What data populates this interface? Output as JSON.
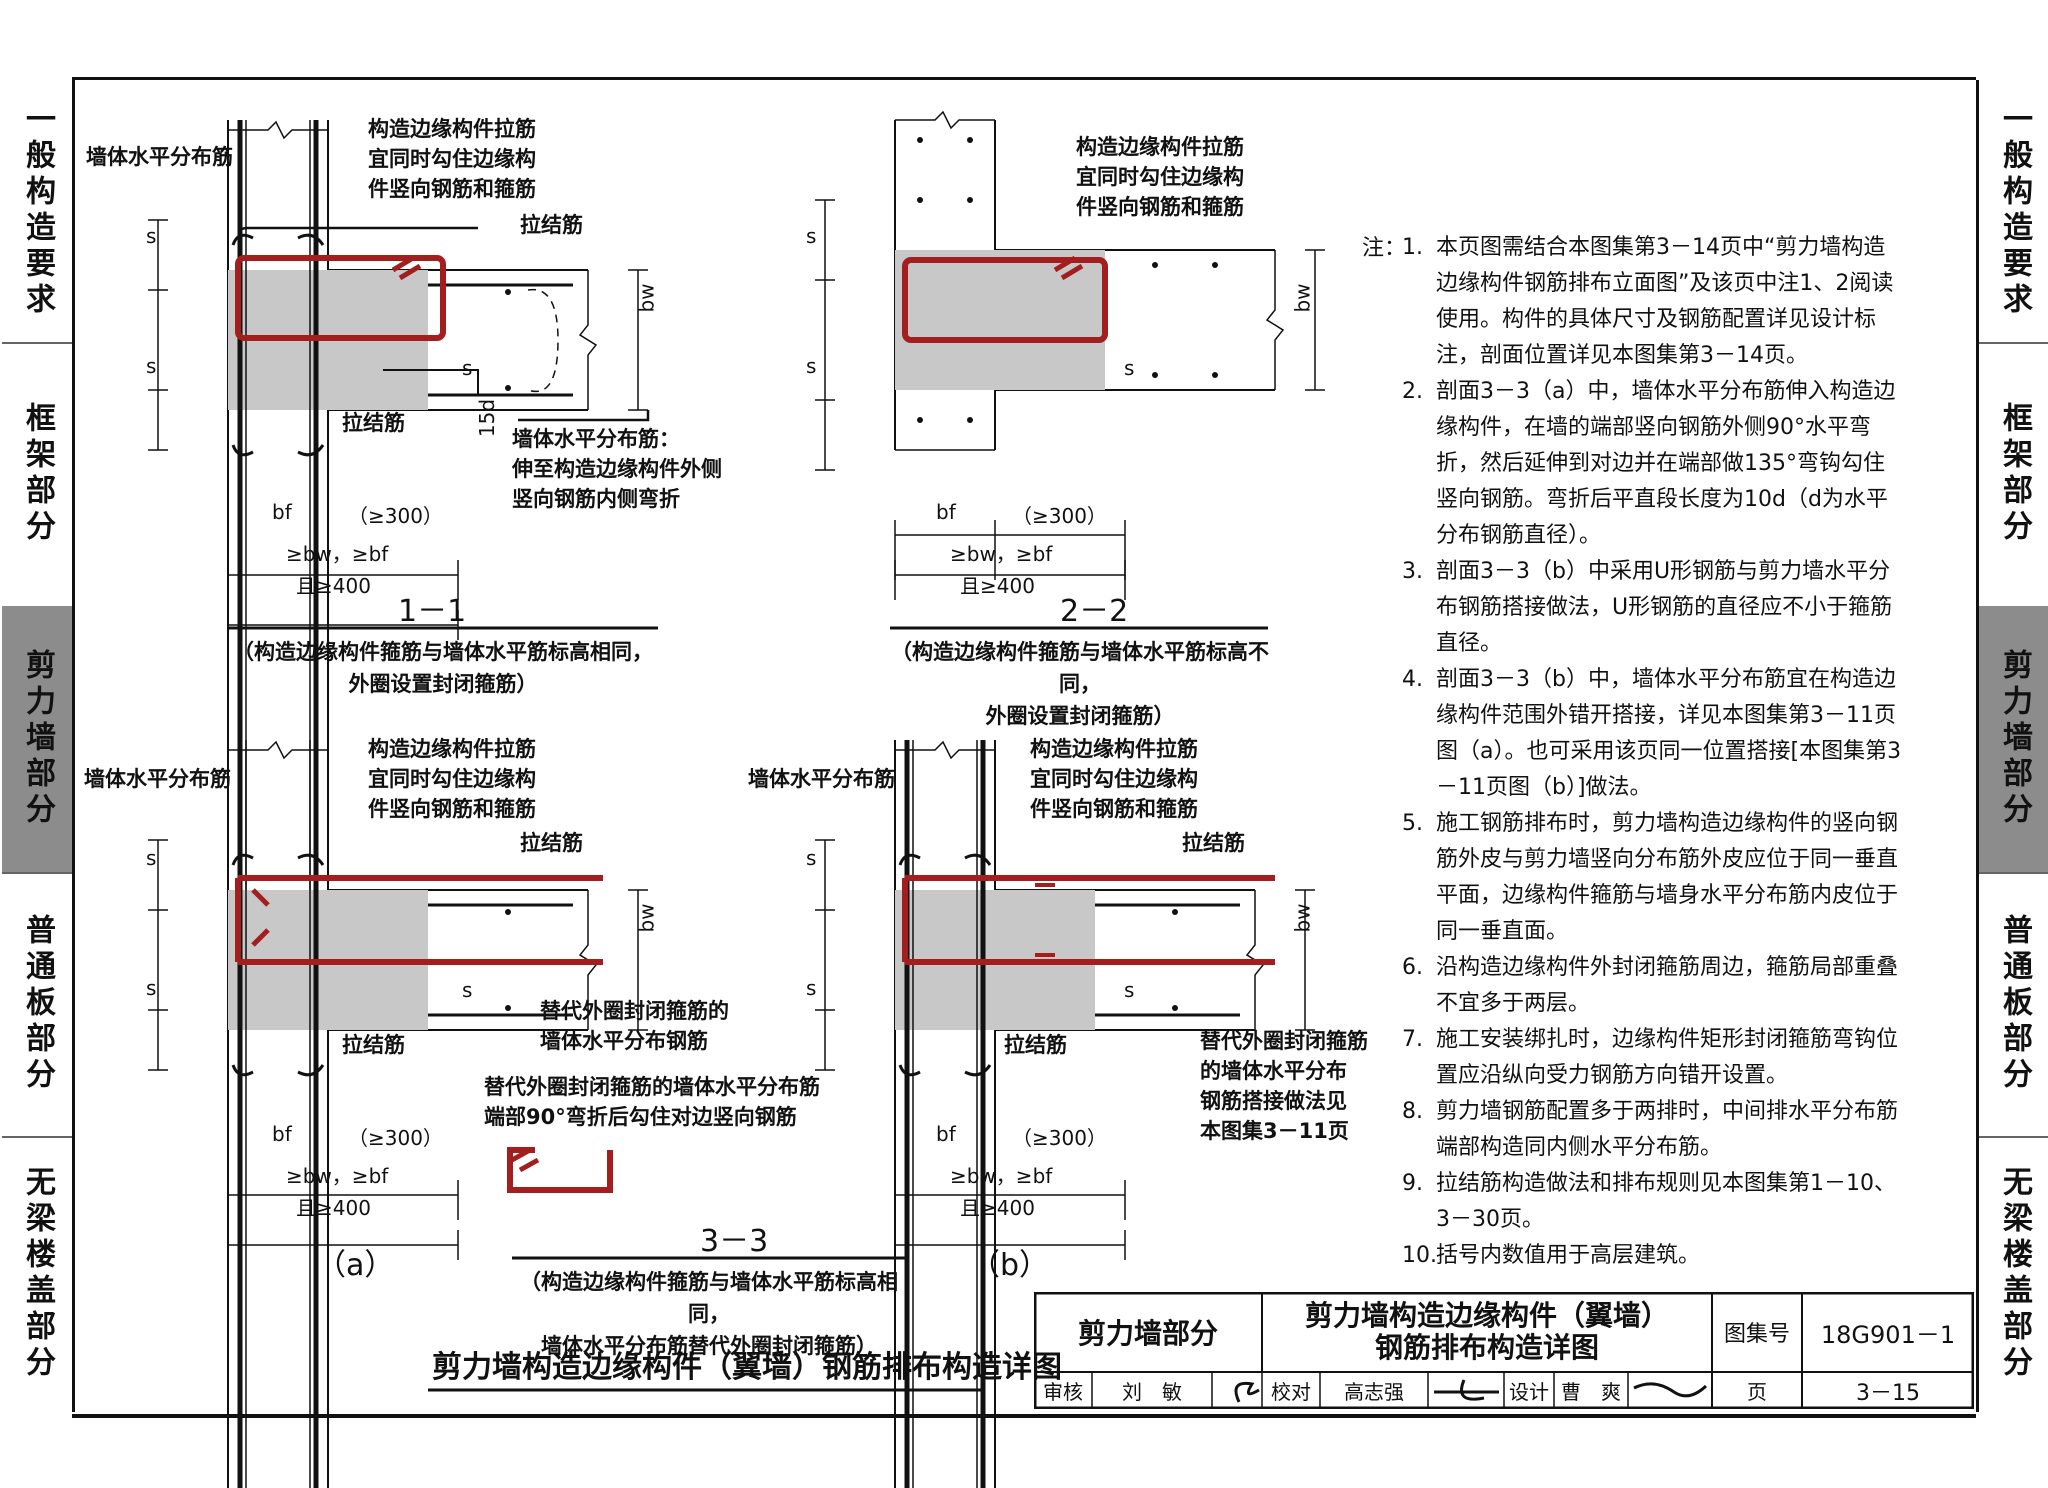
{
  "side_tabs": [
    "一般构造要求",
    "框架部分",
    "剪力墙部分",
    "普通板部分",
    "无梁楼盖部分"
  ],
  "active_tab": "剪力墙部分",
  "labels": {
    "wall_hbar": "墙体水平分布筋",
    "tie_note": "构造边缘构件拉筋\n宜同时勾住边缘构\n件竖向钢筋和箍筋",
    "tie": "拉结筋",
    "hbar_fold": "墙体水平分布筋：\n伸至构造边缘构件外侧\n竖向钢筋内侧弯折",
    "substitute_hbar": "替代外圈封闭箍筋的\n墙体水平分布钢筋",
    "substitute_hoop": "替代外圈封闭箍筋\n的墙体水平分布\n钢筋搭接做法见\n本图集3－11页",
    "substitute_end": "替代外圈封闭箍筋的墙体水平分布筋\n端部90°弯折后勾住对边竖向钢筋"
  },
  "dims": {
    "s": "s",
    "bw": "bw",
    "bf": "bf",
    "d15": "15d",
    "ge300": "（≥300）",
    "ge_bw_bf": "≥bw，≥bf",
    "ge400": "且≥400"
  },
  "sections": {
    "s11": "1－1",
    "s22": "2－2",
    "s33": "3－3",
    "a": "（a）",
    "b": "（b）",
    "cap11": "（构造边缘构件箍筋与墙体水平筋标高相同，\n外圈设置封闭箍筋）",
    "cap22": "（构造边缘构件箍筋与墙体水平筋标高不同，\n外圈设置封闭箍筋）",
    "cap33": "（构造边缘构件箍筋与墙体水平筋标高相同，\n墙体水平分布筋替代外圈封闭箍筋）"
  },
  "main_title": "剪力墙构造边缘构件（翼墙）钢筋排布构造详图",
  "notes_head": "注：",
  "notes": [
    {
      "n": "1.",
      "t": "本页图需结合本图集第3－14页中“剪力墙构造边缘构件钢筋排布立面图”及该页中注1、2阅读使用。构件的具体尺寸及钢筋配置详见设计标注，剖面位置详见本图集第3－14页。"
    },
    {
      "n": "2.",
      "t": "剖面3－3（a）中，墙体水平分布筋伸入构造边缘构件，在墙的端部竖向钢筋外侧90°水平弯折，然后延伸到对边并在端部做135°弯钩勾住竖向钢筋。弯折后平直段长度为10d（d为水平分布钢筋直径）。"
    },
    {
      "n": "3.",
      "t": "剖面3－3（b）中采用U形钢筋与剪力墙水平分布钢筋搭接做法，U形钢筋的直径应不小于箍筋直径。"
    },
    {
      "n": "4.",
      "t": "剖面3－3（b）中，墙体水平分布筋宜在构造边缘构件范围外错开搭接，详见本图集第3－11页图（a）。也可采用该页同一位置搭接[本图集第3－11页图（b）]做法。"
    },
    {
      "n": "5.",
      "t": "施工钢筋排布时，剪力墙构造边缘构件的竖向钢筋外皮与剪力墙竖向分布筋外皮应位于同一垂直平面，边缘构件箍筋与墙身水平分布筋内皮位于同一垂直面。"
    },
    {
      "n": "6.",
      "t": "沿构造边缘构件外封闭箍筋周边，箍筋局部重叠不宜多于两层。"
    },
    {
      "n": "7.",
      "t": "施工安装绑扎时，边缘构件矩形封闭箍筋弯钩位置应沿纵向受力钢筋方向错开设置。"
    },
    {
      "n": "8.",
      "t": "剪力墙钢筋配置多于两排时，中间排水平分布筋端部构造同内侧水平分布筋。"
    },
    {
      "n": "9.",
      "t": "拉结筋构造做法和排布规则见本图集第1－10、3－30页。"
    },
    {
      "n": "10.",
      "t": "括号内数值用于高层建筑。"
    }
  ],
  "title_block": {
    "section": "剪力墙部分",
    "drawing_title": "剪力墙构造边缘构件（翼墙）\n钢筋排布构造详图",
    "atlas_label": "图集号",
    "atlas_no": "18G901－1",
    "review_label": "审核",
    "reviewer": "刘　敏",
    "check_label": "校对",
    "checker": "高志强",
    "design_label": "设计",
    "designer": "曹　爽",
    "page_label": "页",
    "page_no": "3－15"
  },
  "colors": {
    "rebar": "#a31f1f",
    "concrete": "#c8c8c8",
    "line": "#111111",
    "tab_active": "#8c8c8c"
  }
}
